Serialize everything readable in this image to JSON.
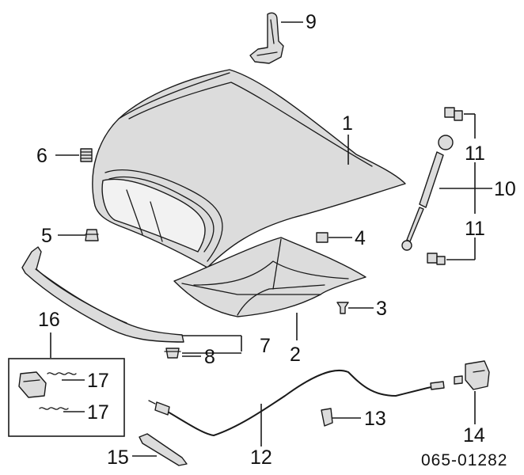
{
  "callouts": {
    "c1": "1",
    "c2": "2",
    "c3": "3",
    "c4": "4",
    "c5": "5",
    "c6": "6",
    "c7": "7",
    "c8": "8",
    "c9": "9",
    "c10": "10",
    "c11a": "11",
    "c11b": "11",
    "c12": "12",
    "c13": "13",
    "c14": "14",
    "c15": "15",
    "c16": "16",
    "c17a": "17",
    "c17b": "17"
  },
  "diagram_code": "065-01282",
  "colors": {
    "line": "#1a1a1a",
    "part_fill": "#dcdcdc",
    "background": "#ffffff"
  }
}
